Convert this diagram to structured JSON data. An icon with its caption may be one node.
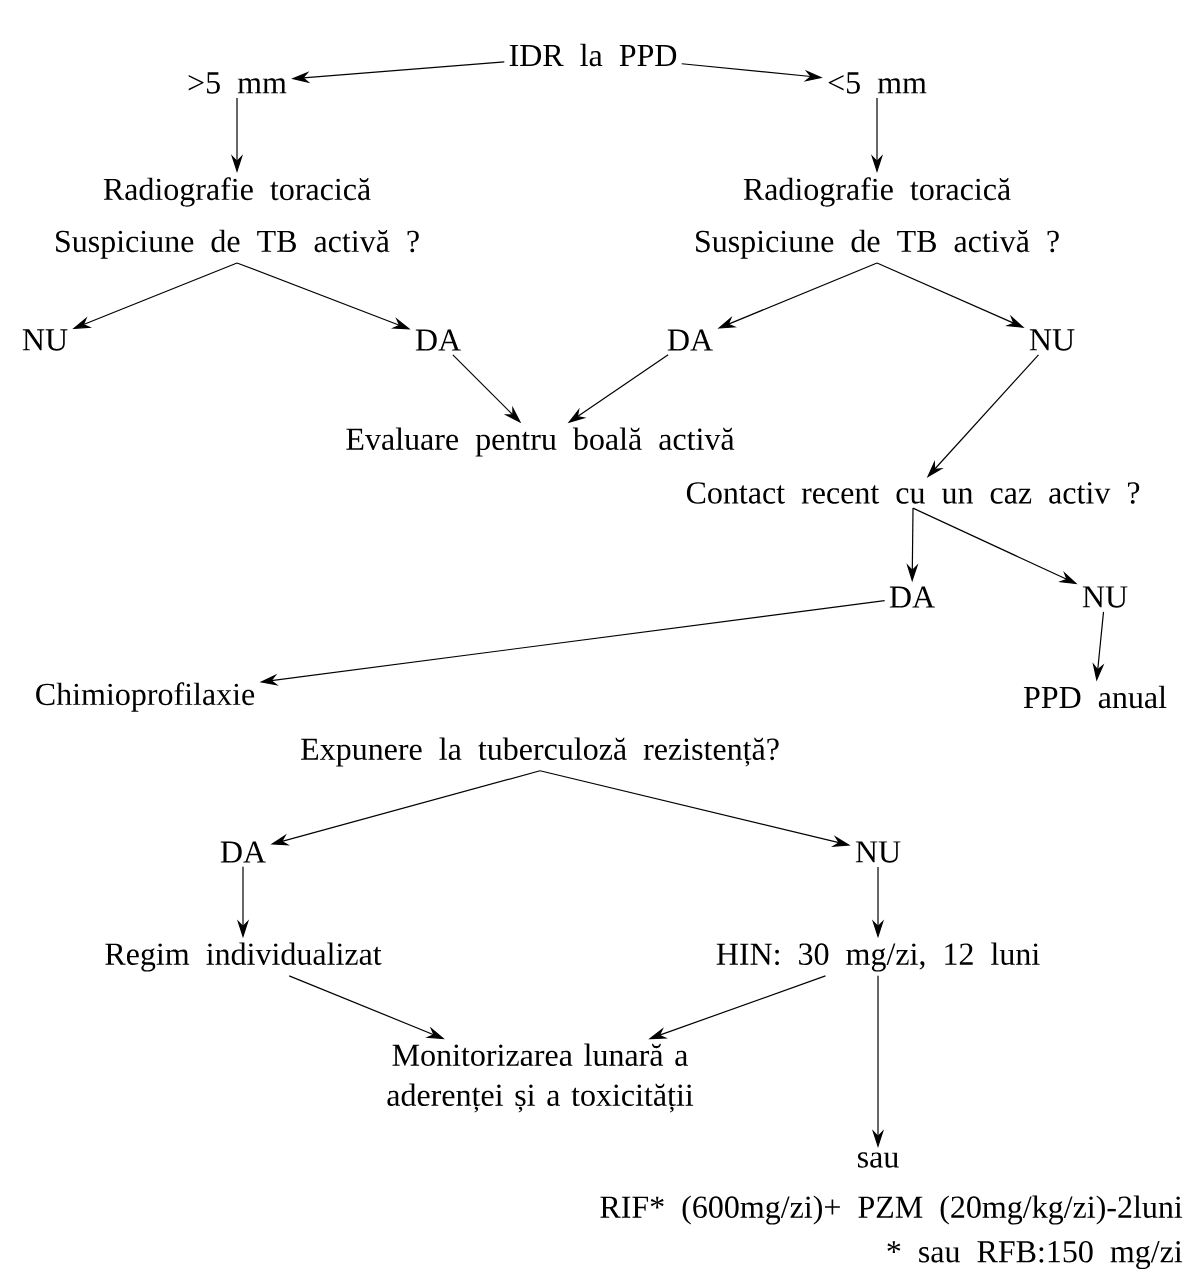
{
  "diagram": {
    "nodes": [
      {
        "text": [
          "IDR la PPD"
        ]
      },
      {
        "text": [
          ">5 mm"
        ]
      },
      {
        "text": [
          "<5 mm"
        ]
      },
      {
        "text": [
          "Radiografie toracică",
          "Suspiciune de TB activă ?"
        ]
      },
      {
        "text": [
          "Radiografie toracică",
          "Suspiciune de TB activă ?"
        ]
      },
      {
        "text": [
          "NU"
        ]
      },
      {
        "text": [
          "DA"
        ]
      },
      {
        "text": [
          "DA"
        ]
      },
      {
        "text": [
          "NU"
        ]
      },
      {
        "text": [
          "Evaluare pentru boală activă"
        ]
      },
      {
        "text": [
          "Contact recent cu un caz activ ?"
        ]
      },
      {
        "text": [
          "DA"
        ]
      },
      {
        "text": [
          "NU"
        ]
      },
      {
        "text": [
          "Chimioprofilaxie"
        ]
      },
      {
        "text": [
          "PPD anual"
        ]
      },
      {
        "text": [
          "Expunere la tuberculoză rezistență?"
        ]
      },
      {
        "text": [
          "DA"
        ]
      },
      {
        "text": [
          "NU"
        ]
      },
      {
        "text": [
          "Regim individualizat"
        ]
      },
      {
        "text": [
          "HIN: 30 mg/zi, 12 luni"
        ]
      },
      {
        "text": [
          "Monitorizarea lunară a aderenței și a toxicității"
        ]
      },
      {
        "text": [
          "sau"
        ]
      }
    ],
    "edges": [
      {
        "from": 0,
        "to": 1,
        "arrow": "to"
      },
      {
        "from": 0,
        "to": 2,
        "arrow": "to"
      },
      {
        "from": 1,
        "to": 3,
        "arrow": "to"
      },
      {
        "from": 2,
        "to": 4,
        "arrow": "to"
      },
      {
        "from": 3,
        "to": 5,
        "arrow": "to"
      },
      {
        "from": 3,
        "to": 6,
        "arrow": "to"
      },
      {
        "from": 4,
        "to": 7,
        "arrow": "to"
      },
      {
        "from": 4,
        "to": 8,
        "arrow": "to"
      },
      {
        "from": 6,
        "to": 9,
        "arrow": "to"
      },
      {
        "from": 7,
        "to": 9,
        "arrow": "to"
      },
      {
        "from": 8,
        "to": 10,
        "arrow": "to"
      },
      {
        "from": 10,
        "to": 11,
        "arrow": "to"
      },
      {
        "from": 10,
        "to": 12,
        "arrow": "to"
      },
      {
        "from": 11,
        "to": 13,
        "arrow": "to"
      },
      {
        "from": 12,
        "to": 14,
        "arrow": "to"
      },
      {
        "from": 15,
        "to": 16,
        "arrow": "to"
      },
      {
        "from": 15,
        "to": 17,
        "arrow": "to"
      },
      {
        "from": 16,
        "to": 18,
        "arrow": "to"
      },
      {
        "from": 17,
        "to": 19,
        "arrow": "to"
      },
      {
        "from": 18,
        "to": 20,
        "arrow": "to"
      },
      {
        "from": 19,
        "to": 20,
        "arrow": "to"
      },
      {
        "from": 19,
        "to": 21,
        "arrow": "to"
      }
    ],
    "labels": [
      "RIF* (600mg/zi)+ PZM (20mg/kg/zi)-2luni",
      "* sau RFB:150 mg/zi"
    ]
  }
}
